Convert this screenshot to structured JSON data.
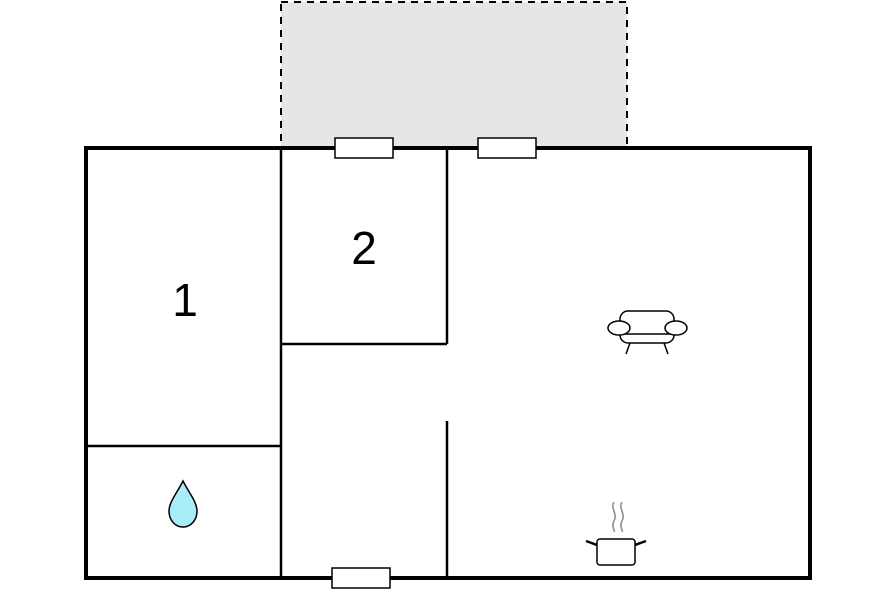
{
  "rooms": [
    {
      "id": "bedroom-1",
      "label": "1"
    },
    {
      "id": "bedroom-2",
      "label": "2"
    }
  ],
  "icons": {
    "bathroom": "water-drop-icon",
    "living": "sofa-icon",
    "kitchen": "cooking-pot-icon"
  },
  "colors": {
    "wall": "#000000",
    "terrace_fill": "#e6e6e6",
    "water_drop": "#a8ecf8",
    "background": "#ffffff"
  }
}
